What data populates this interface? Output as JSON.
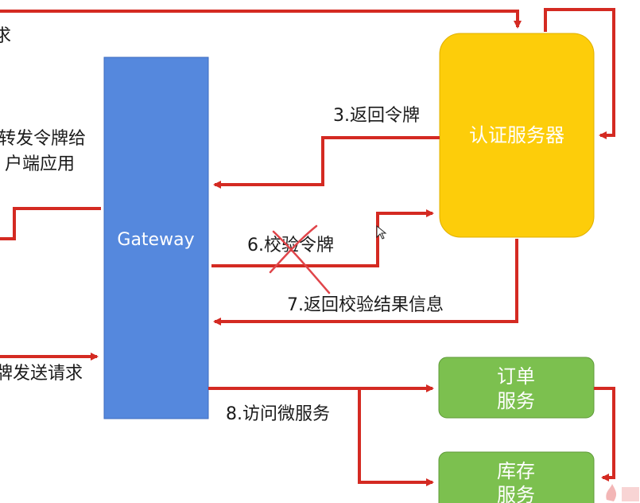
{
  "nodes": {
    "gateway": {
      "label": "Gateway",
      "color": "#5588dd"
    },
    "auth_server": {
      "label": "认证服务器",
      "color": "#fdcd0a"
    },
    "order_service": {
      "line1": "订单",
      "line2": "服务",
      "color": "#7cc04f"
    },
    "inventory_service": {
      "line1": "库存",
      "line2": "服务",
      "color": "#7cc04f"
    }
  },
  "edges": {
    "top_left_fragment": "求",
    "forward_token_line1": "转发令牌给",
    "forward_token_line2": "户端应用",
    "return_token": "3.返回令牌",
    "verify_token": "6.校验令牌",
    "return_verify_result": "7.返回校验结果信息",
    "send_request": "牌发送请求",
    "access_microservice": "8.访问微服务"
  },
  "colors": {
    "arrow": "#d42a22",
    "cross_mark": "#e0454a"
  }
}
